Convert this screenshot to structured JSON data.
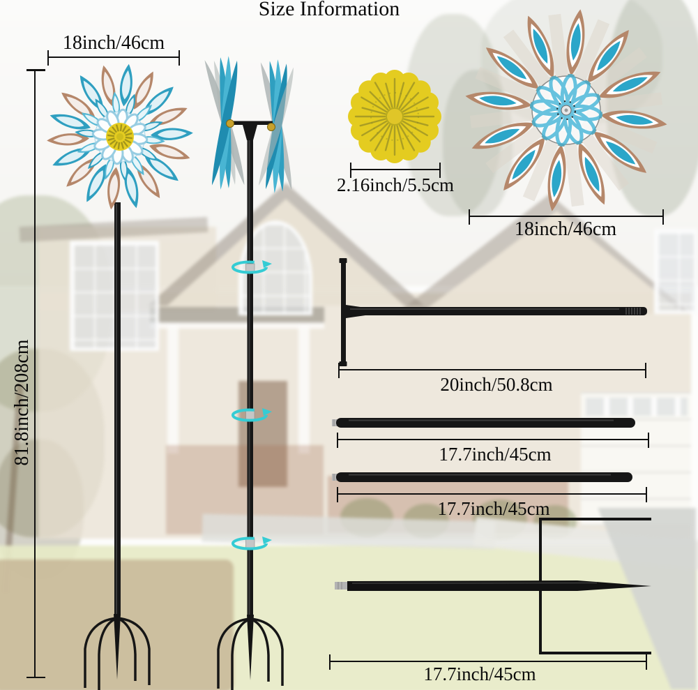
{
  "title": "Size Information",
  "dims": {
    "front_spinner_width": "18inch/46cm",
    "total_height": "81.8inch/208cm",
    "flower_center": "2.16inch/5.5cm",
    "back_spinner_width": "18inch/46cm",
    "top_pole_length": "20inch/50.8cm",
    "middle_pole_1_length": "17.7inch/45cm",
    "middle_pole_2_length": "17.7inch/45cm",
    "ground_stake_length": "17.7inch/45cm"
  },
  "colors": {
    "petal_teal": "#2f9fc0",
    "petal_copper": "#b5876a",
    "flower_yellow": "#e4cc20",
    "flower_olive": "#7c7a28",
    "hub_gold": "#c8a12c",
    "pole_black": "#161616",
    "rotation_arrow_cyan": "#35ccd4",
    "dimension_ink": "#101010"
  }
}
